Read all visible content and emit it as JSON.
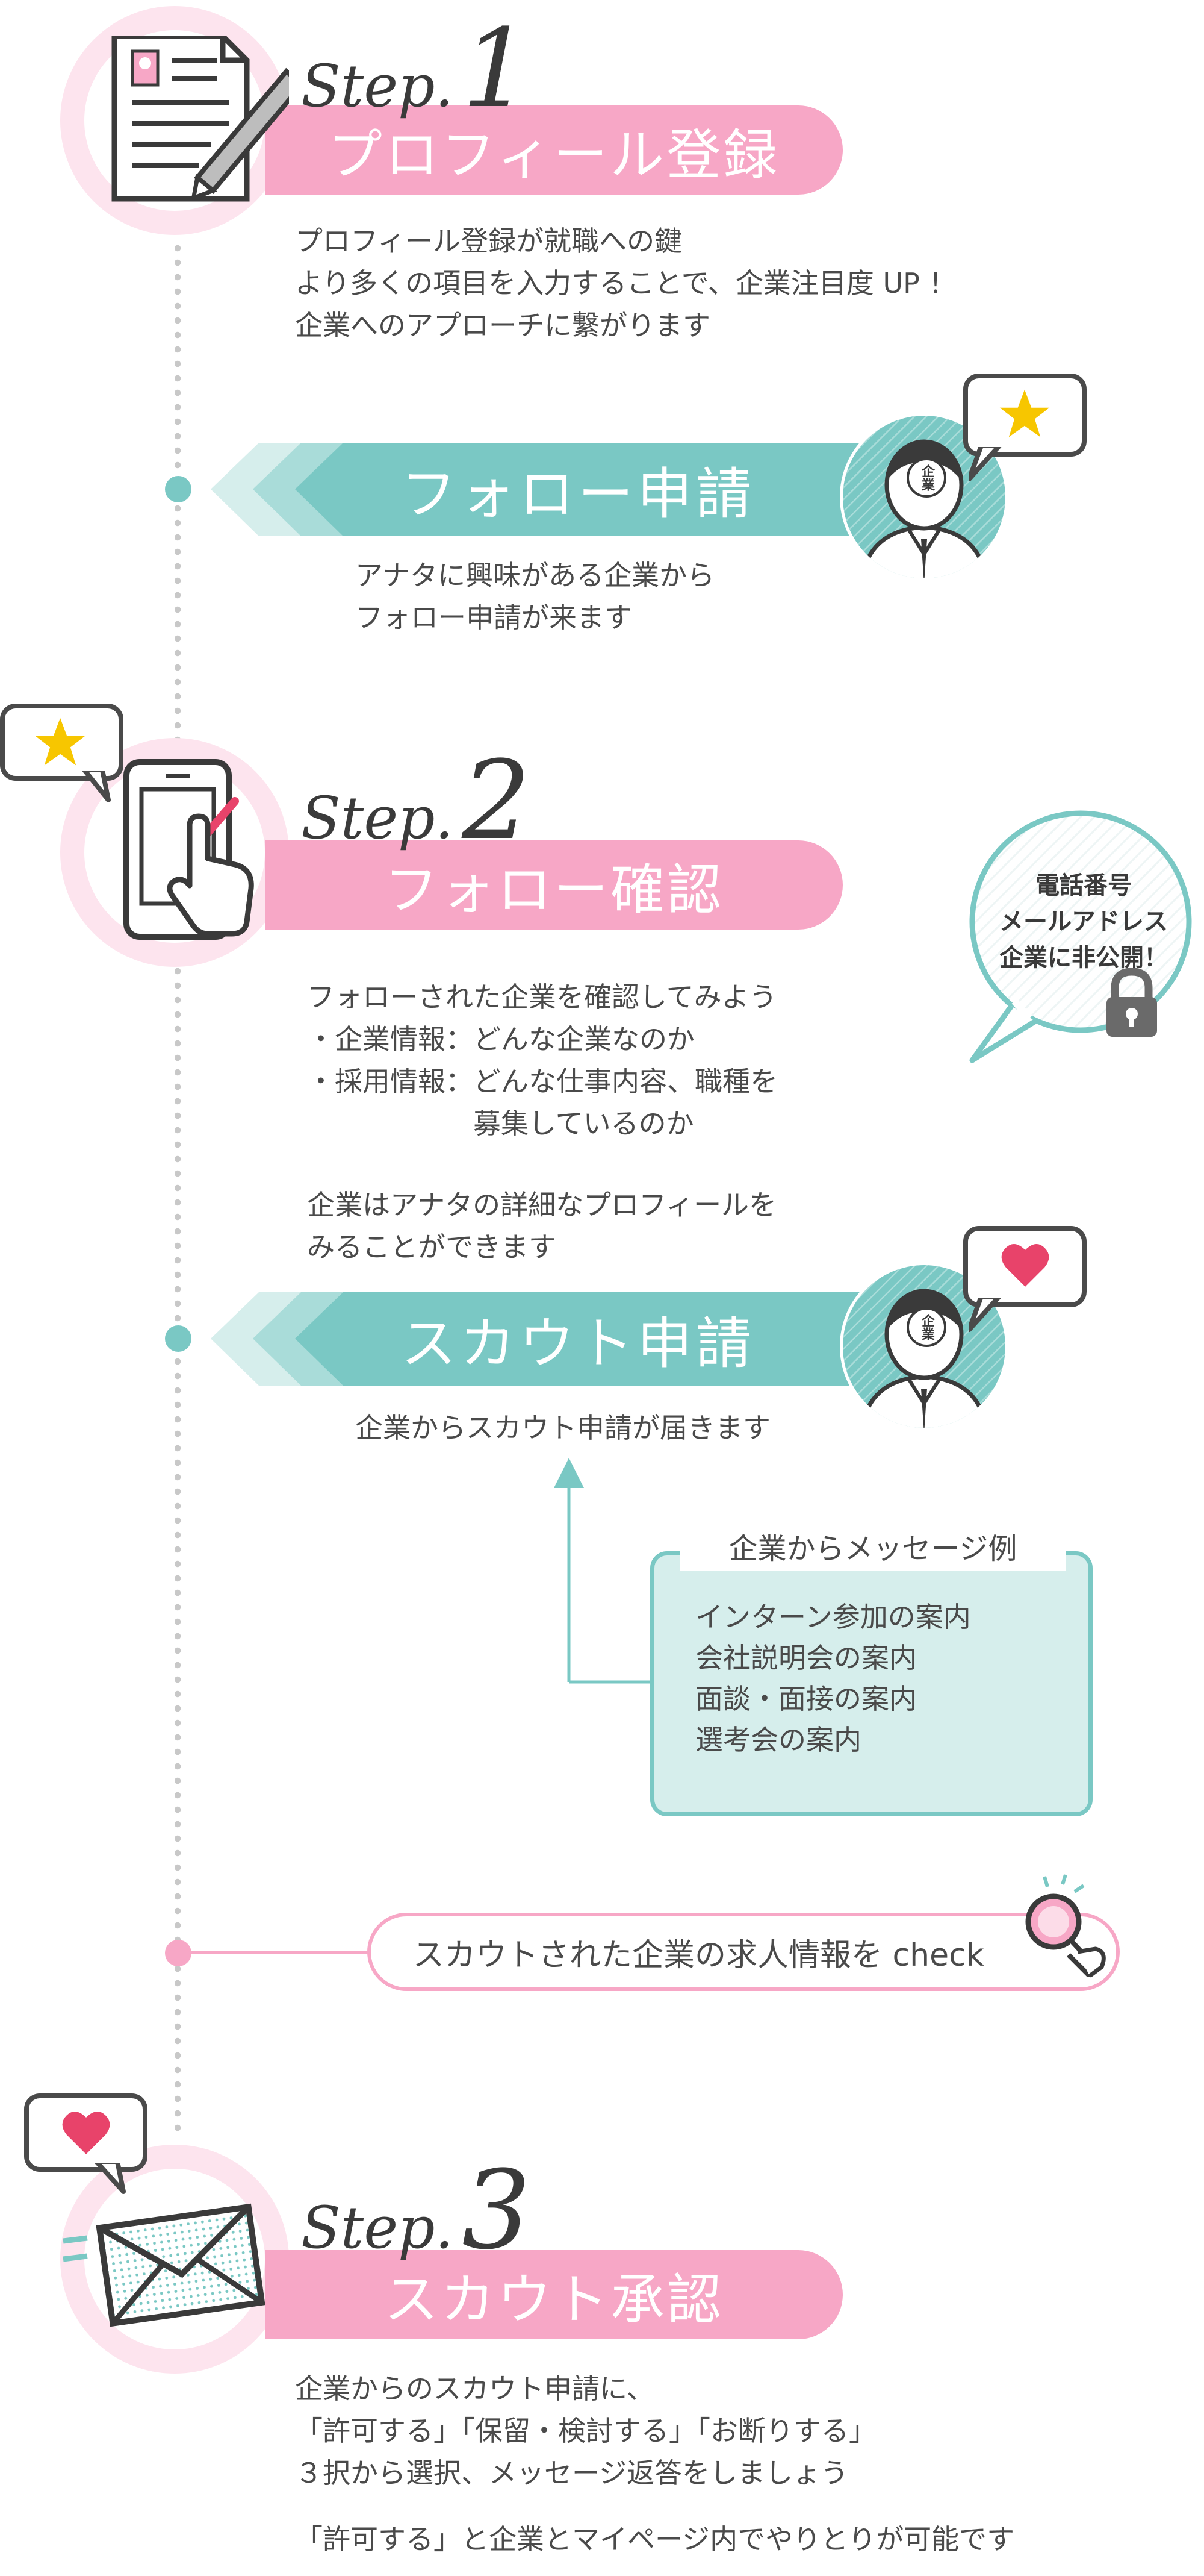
{
  "step1": {
    "step_word": "Step.",
    "step_num": "1",
    "title": "プロフィール登録",
    "desc": [
      "プロフィール登録が就職への鍵",
      "より多くの項目を入力することで、企業注目度 UP ！",
      "企業へのアプローチに繋がります"
    ]
  },
  "follow_request": {
    "title": "フォロー申請",
    "desc": [
      "アナタに興味がある企業から",
      "フォロー申請が来ます"
    ],
    "badge": "企業"
  },
  "step2": {
    "step_word": "Step.",
    "step_num": "2",
    "title": "フォロー確認",
    "desc": [
      "フォローされた企業を確認してみよう",
      "・企業情報：どんな企業なのか",
      "・採用情報：どんな仕事内容、職種を",
      "　　　　　　募集しているのか"
    ],
    "desc2": [
      "企業はアナタの詳細なプロフィールを",
      "みることができます"
    ]
  },
  "privacy_bubble": {
    "lines": [
      "電話番号",
      "メールアドレス",
      "企業に非公開！"
    ]
  },
  "scout_request": {
    "title": "スカウト申請",
    "desc": "企業からスカウト申請が届きます",
    "badge": "企業"
  },
  "message_examples": {
    "title": "企業からメッセージ例",
    "items": [
      "インターン参加の案内",
      "会社説明会の案内",
      "面談・面接の案内",
      "選考会の案内"
    ]
  },
  "check_pill": {
    "text": "スカウトされた企業の求人情報を check"
  },
  "step3": {
    "step_word": "Step.",
    "step_num": "3",
    "title": "スカウト承認",
    "desc": [
      "企業からのスカウト申請に、",
      "「許可する」「保留・検討する」「お断りする」",
      "３択から選択、メッセージ返答をしましょう"
    ],
    "desc2": "「許可する」と企業とマイページ内でやりとりが可能です"
  },
  "colors": {
    "pink": "#f7a7c6",
    "pink_light": "#fde4ee",
    "teal": "#7ac8c4",
    "teal_light": "#d6eeec",
    "dark": "#4a4a4a",
    "star": "#f7c600",
    "heart": "#e8436a"
  }
}
